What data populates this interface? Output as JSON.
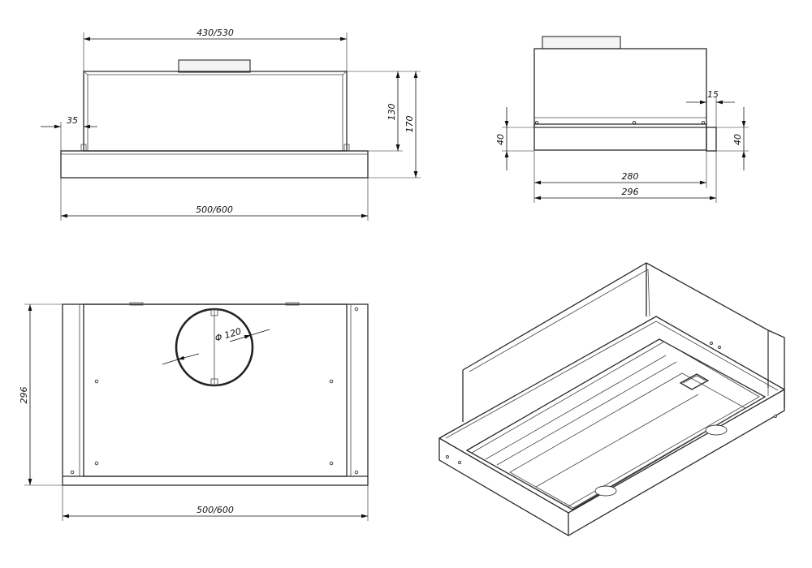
{
  "front_view": {
    "width_top": "430/530",
    "width_bottom": "500/600",
    "offset_left": "35",
    "height_body": "130",
    "height_total": "170"
  },
  "side_view": {
    "offset_top": "15",
    "height_left": "40",
    "height_right": "40",
    "depth_inner": "280",
    "depth_total": "296"
  },
  "top_view": {
    "duct_diameter": "Φ 120",
    "depth": "296",
    "width": "500/600"
  }
}
